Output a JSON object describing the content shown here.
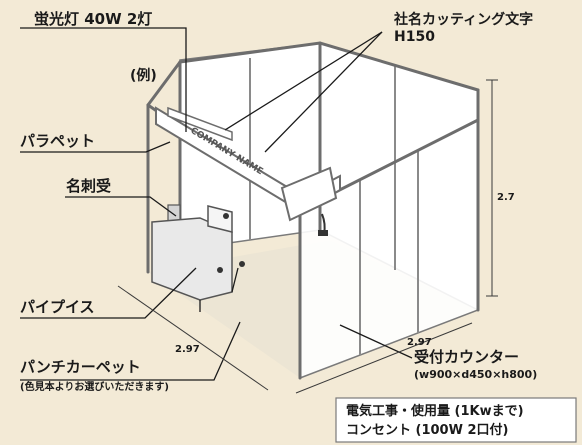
{
  "labels": {
    "light": "蛍光灯 40W 2灯",
    "example": "(例)",
    "company_lettering_1": "社名カッティング文字",
    "company_lettering_2": "H150",
    "parapet": "パラペット",
    "name_holder": "名刺受",
    "pipe_chair": "パイプイス",
    "carpet_1": "パンチカーペット",
    "carpet_2": "(色見本よりお選びいただきます)",
    "counter_1": "受付カウンター",
    "counter_2": "(w900×d450×h800)",
    "fascia_text": "COMPANY NAME"
  },
  "dimensions": {
    "height": "2.7",
    "width_left": "2.97",
    "width_right": "2.97"
  },
  "note": {
    "line1": "電気工事・使用量 (1Kwまで)",
    "line2": "コンセント (100W 2口付)"
  }
}
